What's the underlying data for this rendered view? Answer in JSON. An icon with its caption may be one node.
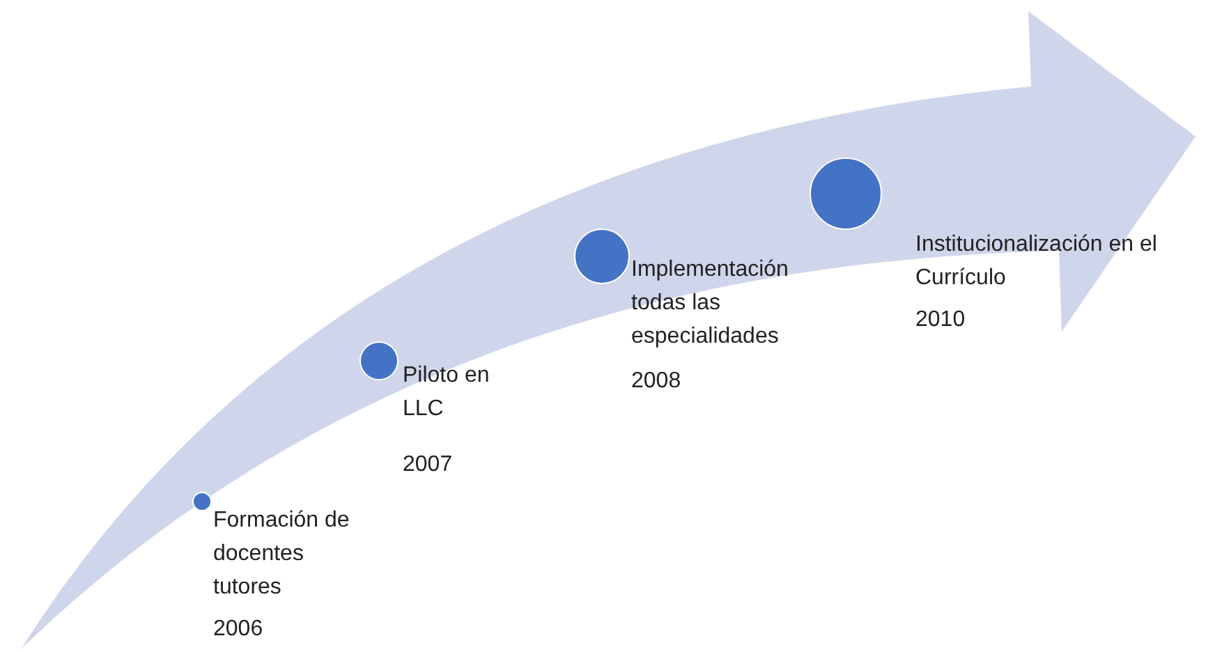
{
  "diagram": {
    "nodes": [
      {
        "text": [],
        "shape": "arrow"
      },
      {
        "text": [],
        "shape": "circle",
        "in": 0,
        "beside": [
          "Formación de docentes tutores",
          "2006"
        ]
      },
      {
        "text": [],
        "shape": "circle",
        "in": 0,
        "beside": [
          "Piloto en LLC",
          "2007"
        ]
      },
      {
        "text": [],
        "shape": "circle",
        "in": 0,
        "beside": [
          "Implementación todas las especialidades",
          "2008"
        ]
      },
      {
        "text": [],
        "shape": "circle",
        "in": 0,
        "beside": [
          "Institucionalización en el Currículo",
          "2010"
        ]
      }
    ]
  }
}
